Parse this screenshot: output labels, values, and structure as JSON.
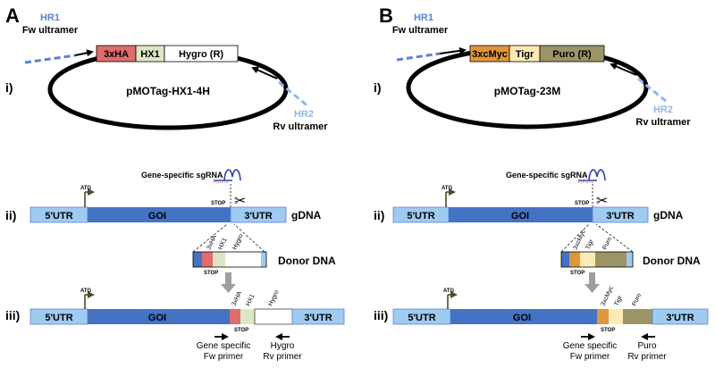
{
  "colors": {
    "utr": "#9fcbf0",
    "goi": "#4472c4",
    "ha": "#e06c6c",
    "hx1": "#dce6c6",
    "hygro": "#ffffff",
    "myc": "#e0963a",
    "tigr": "#fde9b4",
    "puro": "#9c9466",
    "hr": "#5b82d4",
    "hr_light": "#8fb8e8",
    "arrow_grey": "#9e9e9e"
  },
  "panel_a": {
    "letter": "A",
    "step1": "i)",
    "step2": "ii)",
    "step3": "iii)",
    "hr1": "HR1",
    "fw_ultramer": "Fw ultramer",
    "hr2": "HR2",
    "rv_ultramer": "Rv ultramer",
    "plasmid_name": "pMOTag-HX1-4H",
    "cassette": [
      "3xHA",
      "HX1",
      "Hygro (R)"
    ],
    "sgrna_label": "Gene-specific sgRNA",
    "atg": "ATG",
    "stop": "STOP",
    "utr5": "5'UTR",
    "goi": "GOI",
    "utr3": "3'UTR",
    "gdna": "gDNA",
    "donor_dna": "Donor DNA",
    "donor_tags": [
      "3xHA",
      "HX1",
      "Hygro"
    ],
    "final_tags": [
      "3xHA",
      "HX1",
      "Hygro"
    ],
    "fw_primer": [
      "Gene specific",
      "Fw primer"
    ],
    "rv_primer": [
      "Hygro",
      "Rv primer"
    ]
  },
  "panel_b": {
    "letter": "B",
    "step1": "i)",
    "step2": "ii)",
    "step3": "iii)",
    "hr1": "HR1",
    "fw_ultramer": "Fw ultramer",
    "hr2": "HR2",
    "rv_ultramer": "Rv ultramer",
    "plasmid_name": "pMOTag-23M",
    "cassette": [
      "3xcMyc",
      "Tigr",
      "Puro (R)"
    ],
    "sgrna_label": "Gene-specific sgRNA",
    "atg": "ATG",
    "stop": "STOP",
    "utr5": "5'UTR",
    "goi": "GOI",
    "utr3": "3'UTR",
    "gdna": "gDNA",
    "donor_dna": "Donor DNA",
    "donor_tags": [
      "3xcMyc",
      "Tigr",
      "Puro"
    ],
    "final_tags": [
      "3xcMyc",
      "Tigr",
      "Puro"
    ],
    "fw_primer": [
      "Gene specific",
      "Fw primer"
    ],
    "rv_primer": [
      "Puro",
      "Rv primer"
    ]
  }
}
